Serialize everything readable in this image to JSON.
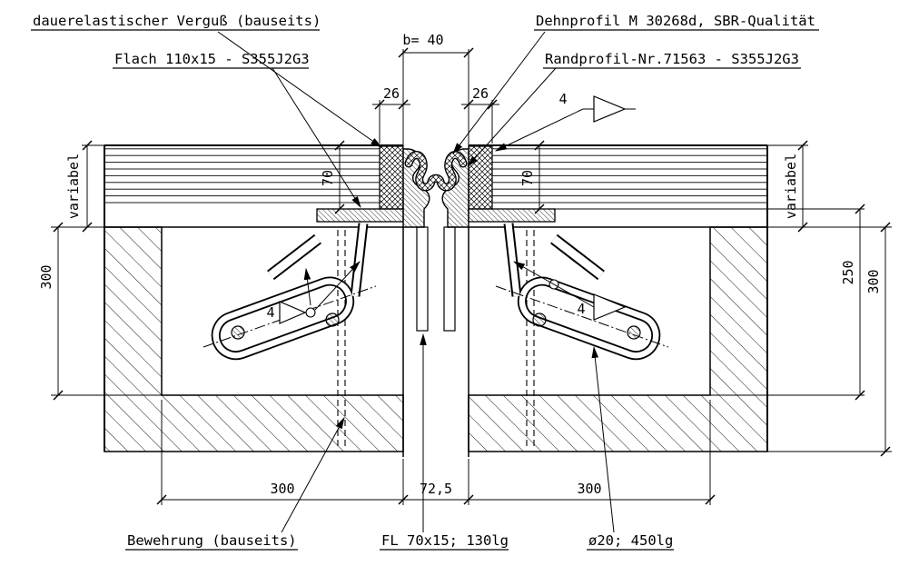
{
  "callouts": {
    "verguss": "dauerelastischer Verguß (bauseits)",
    "flach": "Flach 110x15 - S355J2G3",
    "dehnprofil": "Dehnprofil M 30268d, SBR-Qualität",
    "randprofil": "Randprofil-Nr.71563 - S355J2G3",
    "bewehrung": "Bewehrung (bauseits)",
    "fl_plate": "FL 70x15; 130lg",
    "rebar_loop": "ø20; 450lg"
  },
  "dims": {
    "b": "b= 40",
    "gap_left": "26",
    "gap_right": "26",
    "variabel_left": "variabel",
    "variabel_right": "variabel",
    "depth70_left": "70",
    "depth70_right": "70",
    "h300_left": "300",
    "h300_right": "300",
    "d250": "250",
    "w300_left": "300",
    "w72": "72,5",
    "w300_right": "300",
    "weld_top": "4",
    "weld_left": "4",
    "weld_right": "4"
  }
}
